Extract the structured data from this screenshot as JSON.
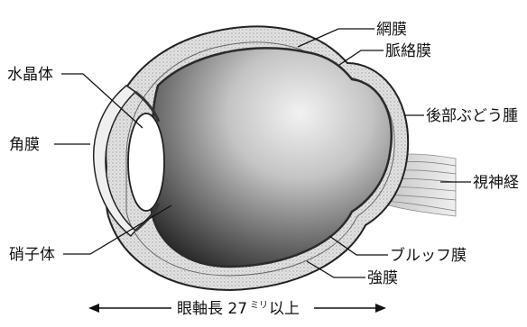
{
  "labels": {
    "retina": "網膜",
    "choroid": "脈絡膜",
    "posterior_staphyloma": "後部ぶどう腫",
    "optic_nerve": "視神経",
    "lens": "水晶体",
    "cornea": "角膜",
    "vitreous_body": "硝子体",
    "bruchs_membrane": "ブルッフ膜",
    "sclera": "強膜"
  },
  "axis_caption": {
    "prefix": "眼軸長 27",
    "unit": "ミリ",
    "suffix": "以上"
  },
  "colors": {
    "ink": "#111111",
    "sclera_fill": "#dcdcdc",
    "vitreous_light": "#f2f2f2",
    "vitreous_dark": "#1e1e1e",
    "lens_fill": "#ffffff"
  }
}
